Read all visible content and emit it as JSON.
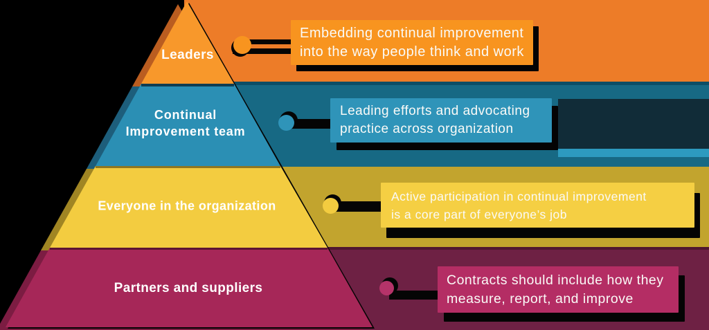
{
  "diagram": {
    "type": "pyramid",
    "background_color": "#000000",
    "levels": [
      {
        "label": "Leaders",
        "label_lines": [
          "Leaders"
        ],
        "callout_lines": [
          "Embedding continual improvement",
          "into the way people think and work"
        ],
        "level_color": "#F8982B",
        "callout_color": "#F8941F",
        "band_color": "#ED7C28"
      },
      {
        "label": "Continual Improvement team",
        "label_lines": [
          "Continual",
          "Improvement team"
        ],
        "callout_lines": [
          "Leading efforts and advocating",
          "practice across organization"
        ],
        "level_color": "#2B8FB4",
        "callout_color": "#2F94B9",
        "band_color": "#176984"
      },
      {
        "label": "Everyone in the organization",
        "label_lines": [
          "Everyone in the organization"
        ],
        "callout_lines": [
          "Active participation in continual improvement",
          "is a core part of everyone’s job"
        ],
        "level_color": "#F3CC40",
        "callout_color": "#F5CF43",
        "band_color": "#C2A42E"
      },
      {
        "label": "Partners and suppliers",
        "label_lines": [
          "Partners and suppliers"
        ],
        "callout_lines": [
          "Contracts should include how they",
          "measure, report, and improve"
        ],
        "level_color": "#A62758",
        "callout_color": "#B42D64",
        "band_color": "#6E2144"
      }
    ]
  }
}
